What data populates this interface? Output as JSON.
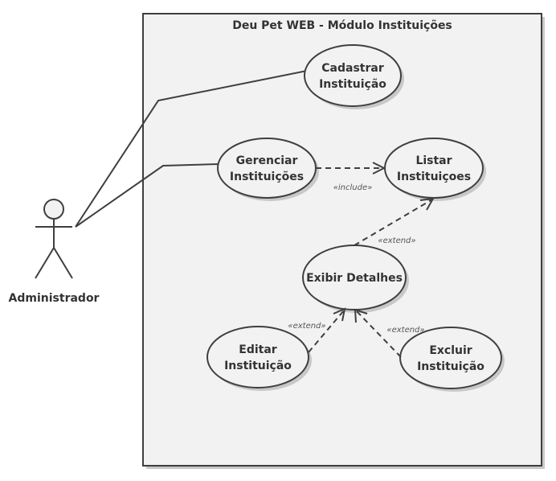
{
  "system": {
    "title": "Deu Pet WEB - Módulo Instituições"
  },
  "actor": {
    "label": "Administrador"
  },
  "use_cases": {
    "cadastrar": {
      "line1": "Cadastrar",
      "line2": "Instituição"
    },
    "gerenciar": {
      "line1": "Gerenciar",
      "line2": "Instituições"
    },
    "listar": {
      "line1": "Listar",
      "line2": "Instituiçoes"
    },
    "exibir": {
      "line1": "Exibir Detalhes"
    },
    "editar": {
      "line1": "Editar",
      "line2": "Instituição"
    },
    "excluir": {
      "line1": "Excluir",
      "line2": "Instituição"
    }
  },
  "relations": {
    "include_label": "«include»",
    "extend_exibir_listar": "«extend»",
    "extend_editar_exibir": "«extend»",
    "extend_excluir_exibir": "«extend»"
  }
}
